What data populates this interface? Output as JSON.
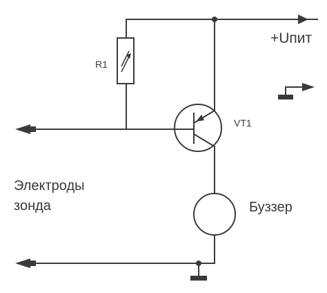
{
  "labels": {
    "supply": "+Uпит",
    "resistor": "R1",
    "transistor": "VT1",
    "buzzer": "Буззер",
    "electrodes_line1": "Электроды",
    "electrodes_line2": "зонда"
  }
}
